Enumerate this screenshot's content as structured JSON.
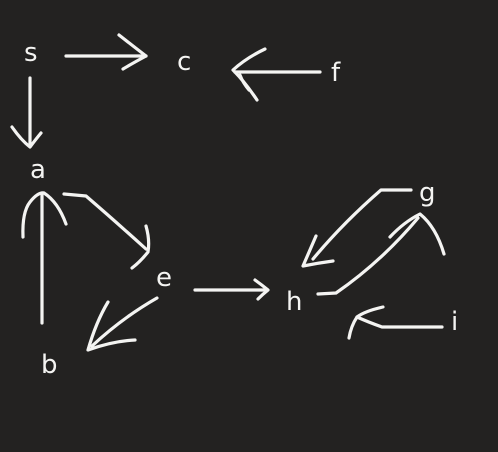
{
  "canvas": {
    "background": "#232221",
    "ink": "#f4f4f2"
  },
  "nodes": [
    {
      "id": "s",
      "label": "s"
    },
    {
      "id": "c",
      "label": "c"
    },
    {
      "id": "f",
      "label": "f"
    },
    {
      "id": "a",
      "label": "a"
    },
    {
      "id": "g",
      "label": "g"
    },
    {
      "id": "e",
      "label": "e"
    },
    {
      "id": "h",
      "label": "h"
    },
    {
      "id": "i",
      "label": "i"
    },
    {
      "id": "b",
      "label": "b"
    }
  ],
  "edges": [
    {
      "from": "s",
      "to": "c"
    },
    {
      "from": "f",
      "to": "c"
    },
    {
      "from": "s",
      "to": "a"
    },
    {
      "from": "a",
      "to": "e"
    },
    {
      "from": "b",
      "to": "a"
    },
    {
      "from": "e",
      "to": "b"
    },
    {
      "from": "e",
      "to": "h"
    },
    {
      "from": "g",
      "to": "h"
    },
    {
      "from": "h",
      "to": "g"
    },
    {
      "from": "i",
      "to": "h"
    }
  ]
}
